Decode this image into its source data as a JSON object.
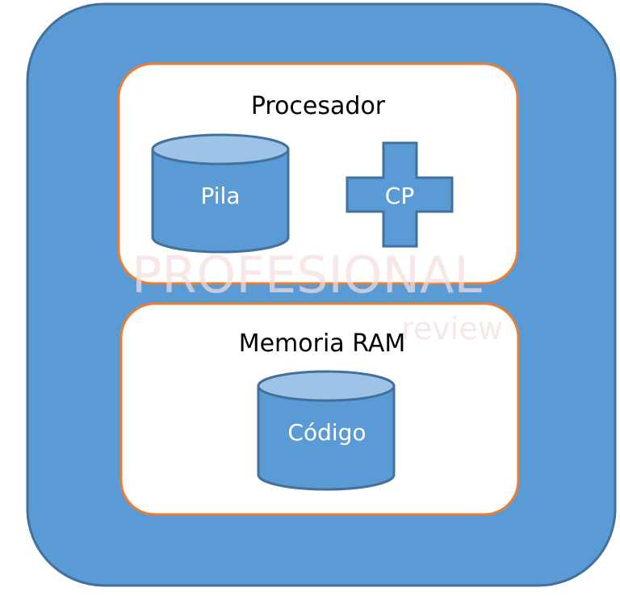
{
  "colors": {
    "outer_fill": "#5b9bd5",
    "outer_stroke": "#41719c",
    "panel_fill": "#ffffff",
    "panel_stroke": "#ed7d31",
    "shape_fill": "#5b9bd5",
    "shape_top": "#9dc3e6",
    "shape_stroke": "#41719c",
    "label_dark": "#000000",
    "label_light": "#ffffff",
    "watermark": "#f4dede"
  },
  "processor": {
    "title": "Procesador",
    "stack_label": "Pila",
    "counter_label": "CP"
  },
  "memory": {
    "title": "Memoria RAM",
    "code_label": "Código"
  },
  "watermark": {
    "line1": "PROFESIONAL",
    "line2": "review"
  }
}
